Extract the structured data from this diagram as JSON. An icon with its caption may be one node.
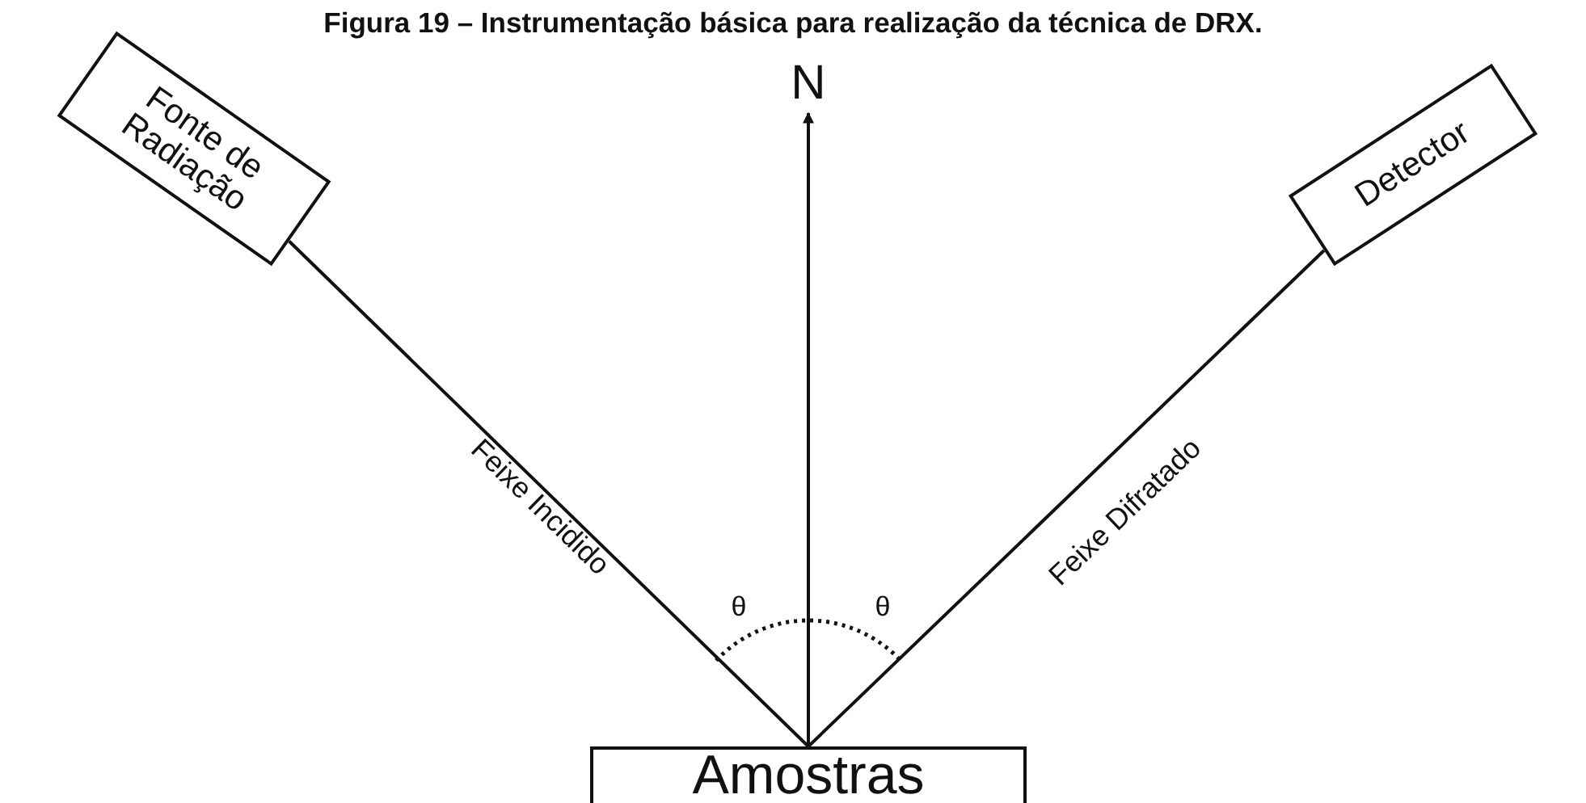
{
  "diagram": {
    "title": "Figura 19 – Instrumentação básica para realização da técnica de DRX.",
    "nodes": [
      {
        "text": [
          "Fonte de Radiação"
        ]
      },
      {
        "text": [
          "Detector"
        ]
      },
      {
        "text": [
          "Amostras"
        ]
      },
      {
        "text": [
          "N"
        ]
      }
    ],
    "edges": [
      {
        "from": 0,
        "to": 2,
        "arrow": "none",
        "label": "Feixe Incidido"
      },
      {
        "from": 2,
        "to": 1,
        "arrow": "none",
        "label": "Feixe Difratado"
      },
      {
        "from": 2,
        "to": 3,
        "arrow": "to"
      }
    ],
    "labels": [
      "θ",
      "θ"
    ]
  }
}
